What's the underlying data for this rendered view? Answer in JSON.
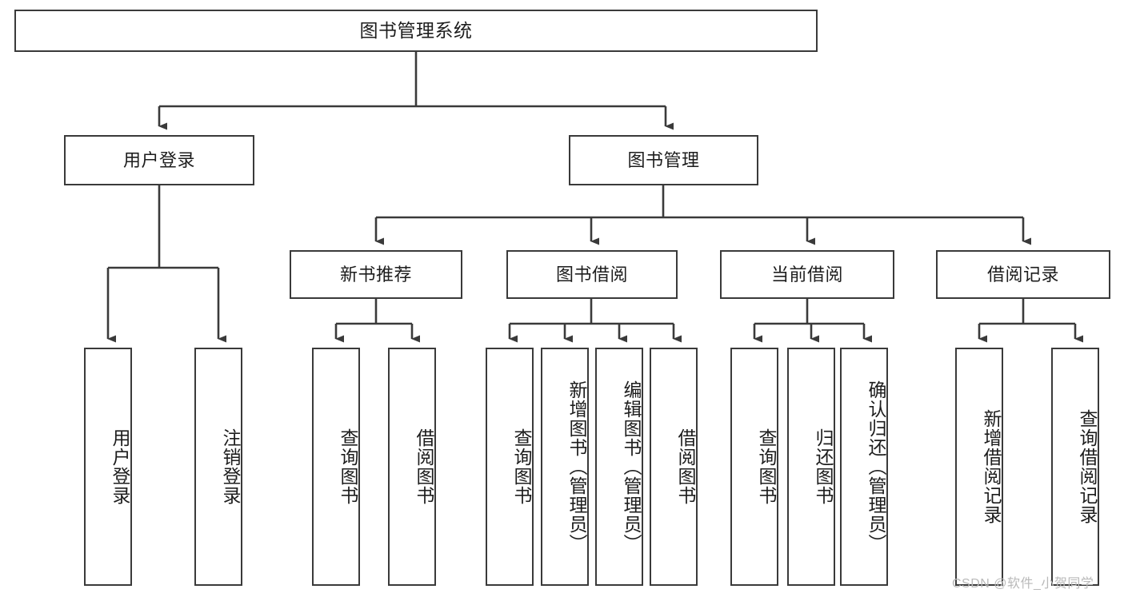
{
  "diagram": {
    "title": "图书管理系统",
    "style": {
      "box_border_color": "#3a3a3a",
      "box_fill_color": "#ffffff",
      "line_color": "#3a3a3a",
      "text_color": "#1d1d1d",
      "background": "#ffffff"
    },
    "levels": {
      "root": {
        "label": "图书管理系统"
      },
      "level2": [
        {
          "label": "用户登录"
        },
        {
          "label": "图书管理"
        }
      ],
      "level3": [
        {
          "label": "新书推荐"
        },
        {
          "label": "图书借阅"
        },
        {
          "label": "当前借阅"
        },
        {
          "label": "借阅记录"
        }
      ],
      "leaves": {
        "user_login": [
          {
            "label": "用户登录"
          },
          {
            "label": "注销登录"
          }
        ],
        "new_book_recommend": [
          {
            "label": "查询图书"
          },
          {
            "label": "借阅图书"
          }
        ],
        "book_borrow": [
          {
            "label": "查询图书"
          },
          {
            "label": "新增图书（管理员）"
          },
          {
            "label": "编辑图书（管理员）"
          },
          {
            "label": "借阅图书"
          }
        ],
        "current_borrow": [
          {
            "label": "查询图书"
          },
          {
            "label": "归还图书"
          },
          {
            "label": "确认归还（管理员）"
          }
        ],
        "borrow_record": [
          {
            "label": "新增借阅记录"
          },
          {
            "label": "查询借阅记录"
          }
        ]
      }
    }
  },
  "watermark": {
    "text": "CSDN @软件_小贺同学"
  }
}
